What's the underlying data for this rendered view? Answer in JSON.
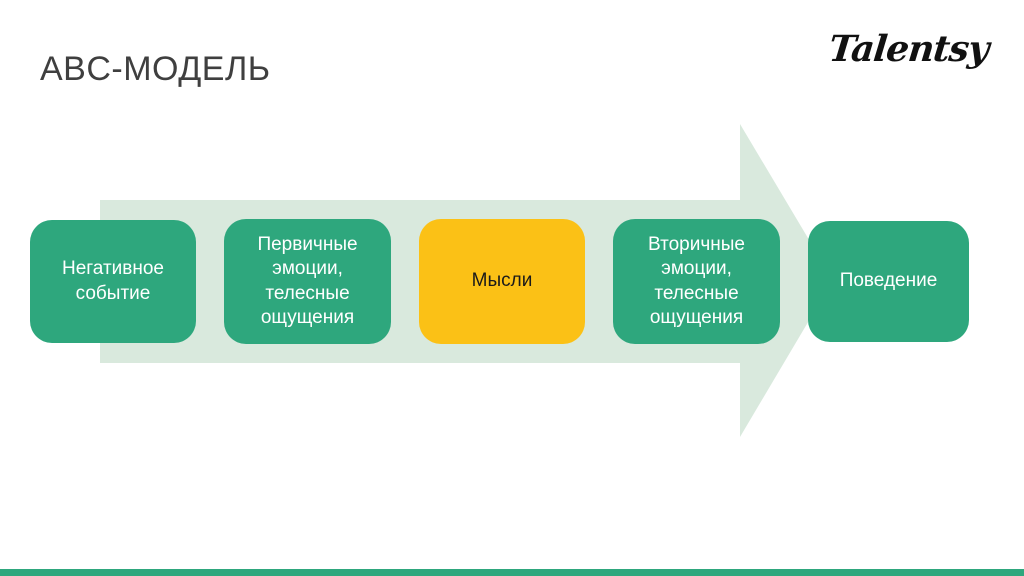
{
  "slide": {
    "title": "ABC-МОДЕЛЬ",
    "logo_text": "Talentsy"
  },
  "diagram": {
    "type": "process-arrow",
    "arrow_color": "#d9e9dd",
    "accent_bar_color": "#2ea77d",
    "boxes": [
      {
        "label": "Негативное событие",
        "color": "#2ea77d",
        "text_color": "#ffffff"
      },
      {
        "label": "Первичные эмоции, телесные ощущения",
        "color": "#2ea77d",
        "text_color": "#ffffff"
      },
      {
        "label": "Мысли",
        "color": "#fbc116",
        "text_color": "#1a1a1a"
      },
      {
        "label": "Вторичные эмоции, телесные ощущения",
        "color": "#2ea77d",
        "text_color": "#ffffff"
      },
      {
        "label": "Поведение",
        "color": "#2ea77d",
        "text_color": "#ffffff"
      }
    ]
  }
}
